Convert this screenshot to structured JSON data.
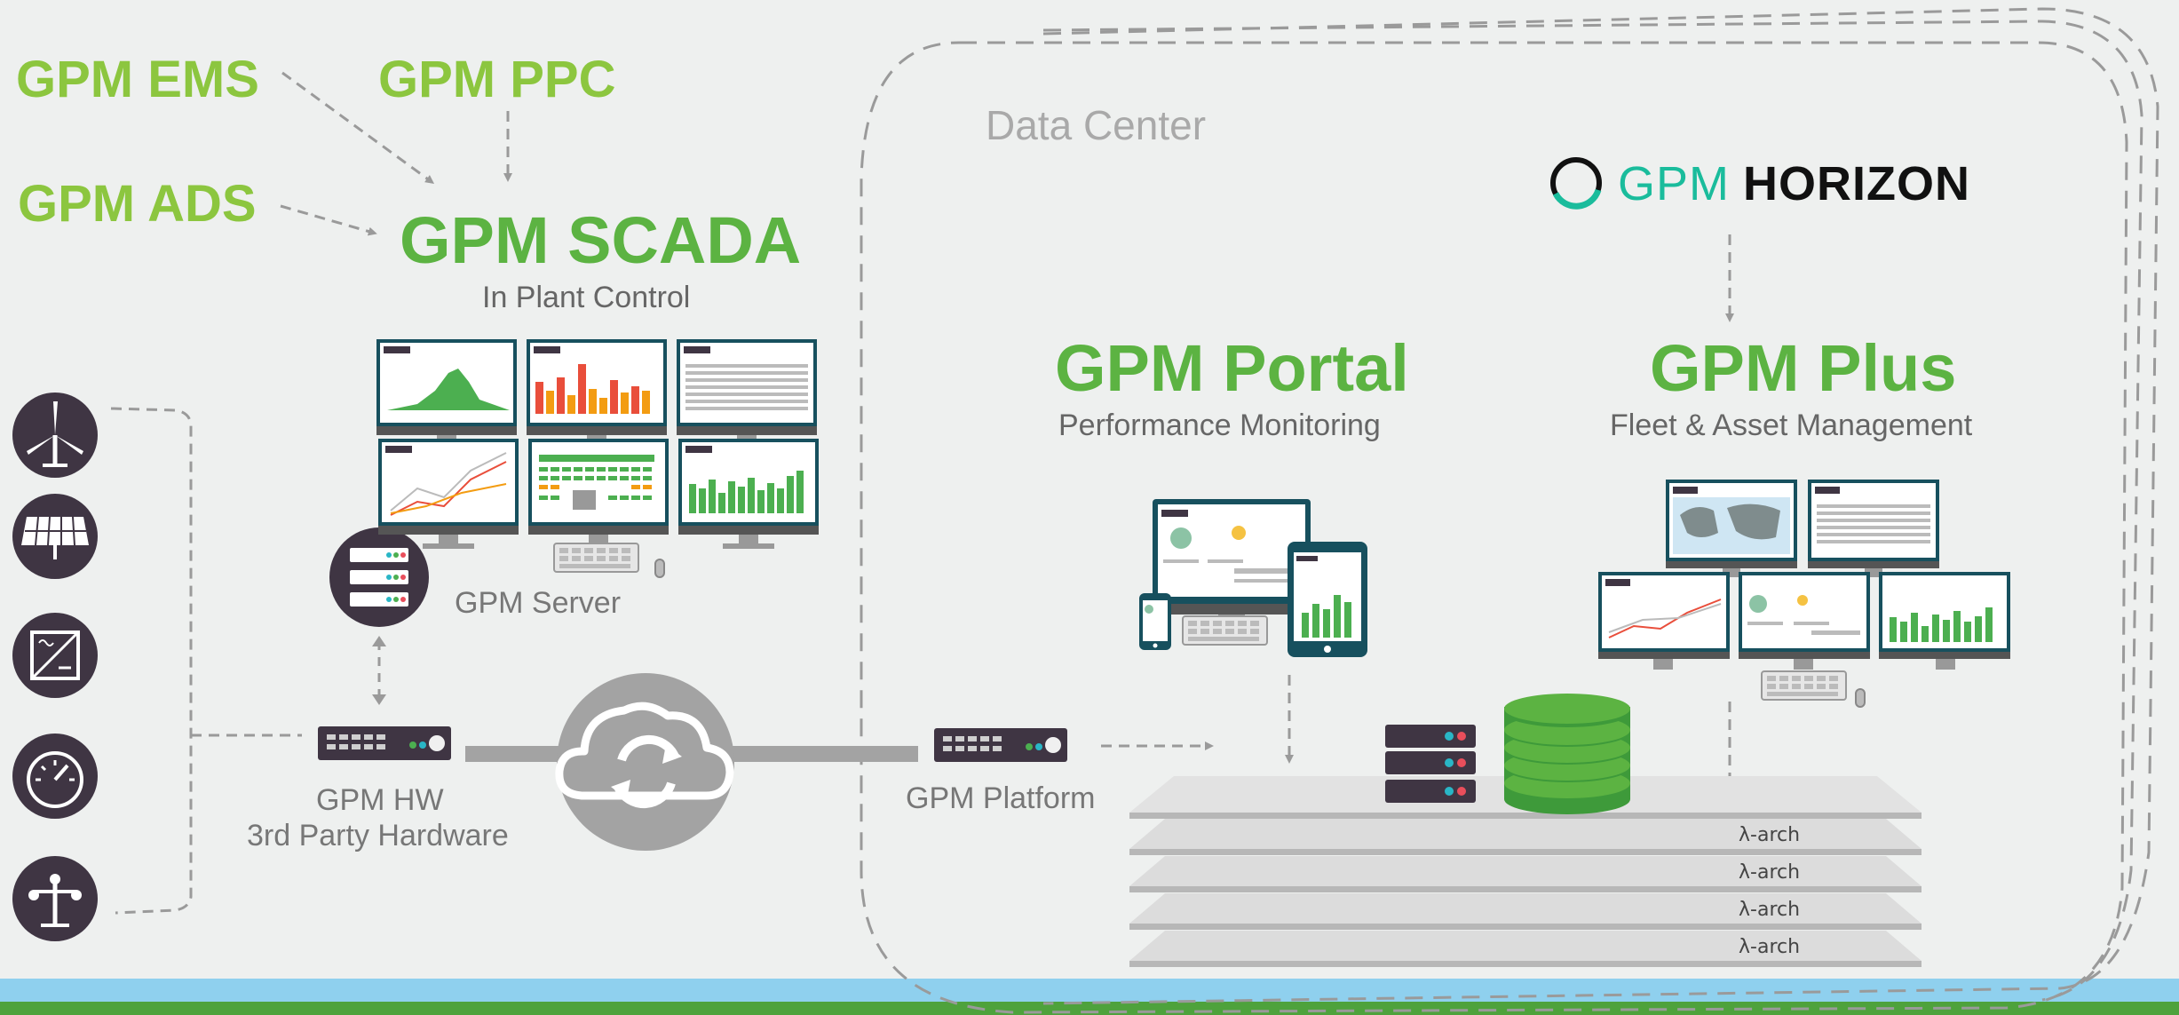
{
  "diagram": {
    "scada_addons": [
      "GPM EMS",
      "GPM PPC",
      "GPM ADS"
    ],
    "scada": {
      "title": "GPM SCADA",
      "subtitle": "In Plant Control"
    },
    "server_label": "GPM Server",
    "hardware": {
      "line1": "GPM HW",
      "line2": "3rd Party Hardware"
    },
    "platform_label": "GPM Platform",
    "data_center_label": "Data Center",
    "horizon_logo": {
      "gpm": "GPM",
      "horizon": "HORIZON"
    },
    "portal": {
      "title": "GPM Portal",
      "subtitle": "Performance Monitoring"
    },
    "plus": {
      "title": "GPM Plus",
      "subtitle": "Fleet & Asset Management"
    },
    "lambda_layers": [
      "λ-arch",
      "λ-arch",
      "λ-arch",
      "λ-arch"
    ],
    "device_icons": [
      "wind-turbine-icon",
      "solar-panel-icon",
      "inverter-icon",
      "meter-gauge-icon",
      "weather-station-icon"
    ],
    "colors": {
      "green_light": "#8cc63f",
      "green": "#5cb342",
      "dark_purple": "#3f3543",
      "gray": "#a3a3a3",
      "monitor_teal": "#17505e",
      "blue_band": "#8fd0ee",
      "green_band": "#4ea23c"
    }
  }
}
